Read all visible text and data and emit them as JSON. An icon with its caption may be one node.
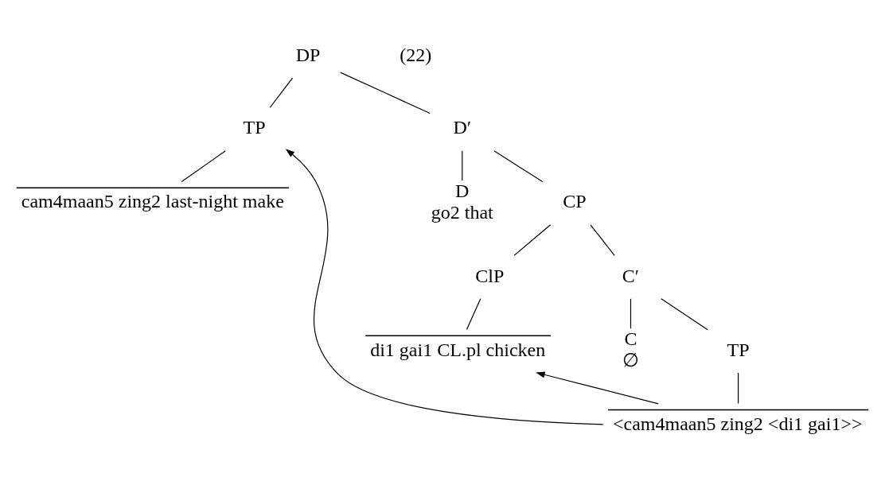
{
  "diagram": {
    "nodes": [
      {
        "text": [
          "DP"
        ]
      },
      {
        "text": [
          "TP"
        ]
      },
      {
        "text": [
          "cam4maan5 zing2 last-night make"
        ]
      },
      {
        "text": [
          "D′"
        ]
      },
      {
        "text": [
          "D",
          "go2 that"
        ]
      },
      {
        "text": [
          "CP"
        ]
      },
      {
        "text": [
          "ClP"
        ]
      },
      {
        "text": [
          "di1 gai1 CL.pl chicken"
        ]
      },
      {
        "text": [
          "C′"
        ]
      },
      {
        "text": [
          "C",
          "∅"
        ]
      },
      {
        "text": [
          "TP"
        ]
      },
      {
        "text": [
          "<cam4maan5 zing2 <di1 gai1>>"
        ]
      }
    ],
    "edges": [
      {
        "from": 0,
        "to": 1,
        "arrow": "none"
      },
      {
        "from": 0,
        "to": 3,
        "arrow": "none"
      },
      {
        "from": 1,
        "to": 2,
        "arrow": "none"
      },
      {
        "from": 3,
        "to": 4,
        "arrow": "none"
      },
      {
        "from": 3,
        "to": 5,
        "arrow": "none"
      },
      {
        "from": 5,
        "to": 6,
        "arrow": "none"
      },
      {
        "from": 5,
        "to": 8,
        "arrow": "none"
      },
      {
        "from": 6,
        "to": 7,
        "arrow": "none"
      },
      {
        "from": 8,
        "to": 9,
        "arrow": "none"
      },
      {
        "from": 8,
        "to": 10,
        "arrow": "none"
      },
      {
        "from": 10,
        "to": 11,
        "arrow": "none"
      },
      {
        "from": 11,
        "to": 1,
        "arrow": "to"
      },
      {
        "from": 11,
        "to": 7,
        "arrow": "to"
      }
    ],
    "labels": [
      "(22)"
    ]
  }
}
